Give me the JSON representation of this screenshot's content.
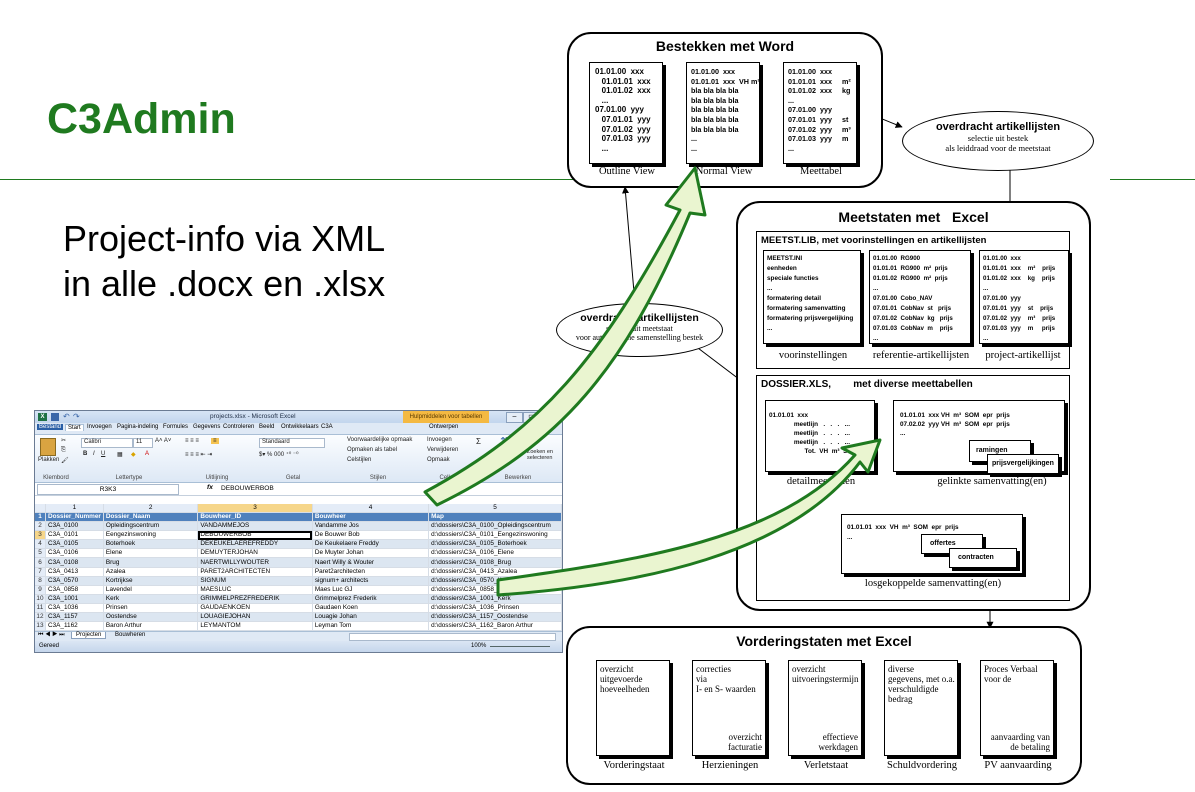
{
  "slide": {
    "title": "C3Admin",
    "line1": "Project-info via XML",
    "line2": "in alle .docx en .xlsx",
    "accent": "#1f7a1f"
  },
  "word": {
    "title": "Bestekken met Word",
    "outline_lines": "01.01.00  xxx\n   01.01.01  xxx\n   01.01.02  xxx\n   ...\n07.01.00  yyy\n   07.01.01  yyy\n   07.01.02  yyy\n   07.01.03  yyy\n   ...",
    "normal_lines": "01.01.00  xxx\n01.01.01  xxx  VH m³\nbla bla bla bla\nbla bla bla bla\nbla bla bla bla\nbla bla bla bla\nbla bla bla bla\n...\n...",
    "meet_lines": "01.01.00  xxx\n01.01.01  xxx     m²\n01.01.02  xxx     kg\n...\n07.01.00  yyy\n07.01.01  yyy     st\n07.01.02  yyy     m³\n07.01.03  yyy     m\n...",
    "cap_outline": "Outline View",
    "cap_normal": "Normal View",
    "cap_meet": "Meettabel"
  },
  "ellipse1": {
    "title": "overdracht artikellijsten",
    "l1": "selectie uit bestek",
    "l2": "als leiddraad voor de meetstaat"
  },
  "ellipse2": {
    "title": "overdracht artikellijsten",
    "l1": "selectie uit meetstaat",
    "l2": "voor automatische samenstelling bestek"
  },
  "meet": {
    "title": "Meetstaten met   Excel",
    "lib": "MEETST.LIB, met voorinstellingen en artikellijsten",
    "voor_lines": "MEETST.INI\neenheden\nspeciale functies\n...\nformatering detail\nformatering samenvatting\nformatering prijsvergelijking\n...",
    "ref_lines": "01.01.00  RG900\n01.01.01  RG900  m²  prijs\n01.01.02  RG900  m²  prijs\n...\n07.01.00  Cobo_NAV\n07.01.01  CobNav  st   prijs\n07.01.02  CobNav  kg   prijs\n07.01.03  CobNav  m    prijs\n...",
    "proj_lines": "01.01.00  xxx\n01.01.01  xxx    m²    prijs\n01.01.02  xxx    kg    prijs\n...\n07.01.00  yyy\n07.01.01  yyy    st    prijs\n07.01.02  yyy    m³    prijs\n07.01.03  yyy    m     prijs\n...",
    "cap_voor": "voorinstellingen",
    "cap_ref": "referentie-artikellijsten",
    "cap_proj": "project-artikellijst",
    "dossier": "DOSSIER.XLS,        met diverse meettabellen",
    "detail_lines": "01.01.01  xxx\n              meetlijn   .   .   .   ...\n              meetlijn   .   .   .   ...\n              meetlijn   .   .   .   ...\n                    Tot.  VH  m³  SOM",
    "gel_lines": "01.01.01  xxx VH  m³  SOM  epr  prijs\n07.02.02  yyy VH  m³  SOM  epr  prijs\n...",
    "raming": "ramingen",
    "prijsverg": "prijsvergelijkingen",
    "cap_detail": "detailmeetstaten",
    "cap_gel": "gelinkte samenvatting(en)",
    "los_lines": "01.01.01  xxx  VH  m³  SOM  epr  prijs\n...",
    "offertes": "offertes",
    "contracten": "contracten",
    "cap_los": "losgekoppelde samenvatting(en)"
  },
  "vord": {
    "title": "Vorderingstaten met Excel",
    "boxes": [
      {
        "top": "overzicht\nuitgevoerde\nhoeveelheden",
        "bot": "",
        "cap": "Vorderingstaat"
      },
      {
        "top": "correcties\nvia\nI- en S- waarden",
        "bot": "overzicht\nfacturatie",
        "cap": "Herzieningen"
      },
      {
        "top": "overzicht\nuitvoeringstermijn",
        "bot": "effectieve\nwerkdagen",
        "cap": "Verletstaat"
      },
      {
        "top": "diverse\ngegevens, met o.a.\nverschuldigde\nbedrag",
        "bot": "",
        "cap": "Schuldvordering"
      },
      {
        "top": "Proces Verbaal\nvoor de",
        "bot": "aanvaarding van\nde betaling",
        "cap": "PV aanvaarding"
      }
    ]
  },
  "excel": {
    "title": "projects.xlsx - Microsoft Excel",
    "ctx_tab": "Hulpmiddelen voor tabellen",
    "tabs": [
      "Bestand",
      "Start",
      "Invoegen",
      "Pagina-indeling",
      "Formules",
      "Gegevens",
      "Controleren",
      "Beeld",
      "Ontwikkelaars",
      "C3A",
      "Ontwerpen"
    ],
    "ribbon": {
      "plakken": "Plakken",
      "klembord": "Klembord",
      "font": "Calibri",
      "size": "11",
      "lettertype": "Lettertype",
      "uitlijning": "Uitlijning",
      "standaard": "Standaard",
      "getal": "Getal",
      "cond": "Voorwaardelijke opmaak",
      "alstabel": "Opmaken als tabel",
      "celstijlen": "Celstijlen",
      "stijlen": "Stijlen",
      "invoegen": "Invoegen",
      "verwijderen": "Verwijderen",
      "opmaak": "Opmaak",
      "cellen": "Cellen",
      "sorteren": "Sorteren en filteren",
      "zoeken": "Zoeken en selecteren",
      "bewerken": "Bewerken"
    },
    "namebox": "R3K3",
    "fx": "fx",
    "formula": "DEBOUWERBOB",
    "colnums": [
      "1",
      "2",
      "3",
      "4",
      "5"
    ],
    "headers": [
      "Dossier_Nummer",
      "Dossier_Naam",
      "Bouwheer_ID",
      "Bouwheer",
      "Map"
    ],
    "rows": [
      [
        "C3A_0100",
        "Opleidingscentrum",
        "VANDAMMEJOS",
        "Vandamme Jos",
        "d:\\dossiers\\C3A_0100_Opleidingscentrum"
      ],
      [
        "C3A_0101",
        "Eengezinswoning",
        "DEBOUWERBOB",
        "De Bouwer Bob",
        "d:\\dossiers\\C3A_0101_Eengezinswoning"
      ],
      [
        "C3A_0105",
        "Boterhoek",
        "DEKEUKELAEREFREDDY",
        "De Keukelaere Freddy",
        "d:\\dossiers\\C3A_0105_Boterhoek"
      ],
      [
        "C3A_0106",
        "Elene",
        "DEMUYTERJOHAN",
        "De Muyter Johan",
        "d:\\dossiers\\C3A_0106_Elene"
      ],
      [
        "C3A_0108",
        "Brug",
        "NAERTWILLYWOUTER",
        "Naert Willy  & Wouter",
        "d:\\dossiers\\C3A_0108_Brug"
      ],
      [
        "C3A_0413",
        "Azalea",
        "PARET2ARCHITECTEN",
        "Paret2architecten",
        "d:\\dossiers\\C3A_0413_Azalea"
      ],
      [
        "C3A_0570",
        "Kortrijkse",
        "SIGNUM",
        "signum+ architects",
        "d:\\dossiers\\C3A_0570_Kortrijkse"
      ],
      [
        "C3A_0858",
        "Lavendel",
        "MAESLUC",
        "Maes Luc GJ",
        "d:\\dossiers\\C3A_0858_Lavendel"
      ],
      [
        "C3A_1001",
        "Kerk",
        "GRIMMELPREZFREDERIK",
        "Grimmelprez Frederik",
        "d:\\dossiers\\C3A_1001_Kerk"
      ],
      [
        "C3A_1036",
        "Prinsen",
        "GAUDAENKOEN",
        "Gaudaen Koen",
        "d:\\dossiers\\C3A_1036_Prinsen"
      ],
      [
        "C3A_1157",
        "Oostendse",
        "LOUAGIEJOHAN",
        "Louagie Johan",
        "d:\\dossiers\\C3A_1157_Oostendse"
      ],
      [
        "C3A_1162",
        "Baron Arthur",
        "LEYMANTOM",
        "Leyman Tom",
        "d:\\dossiers\\C3A_1162_Baron Arthur"
      ]
    ],
    "sheets": [
      "Projecten",
      "Bouwheren"
    ],
    "status": "Gereed",
    "zoom": "100%"
  }
}
